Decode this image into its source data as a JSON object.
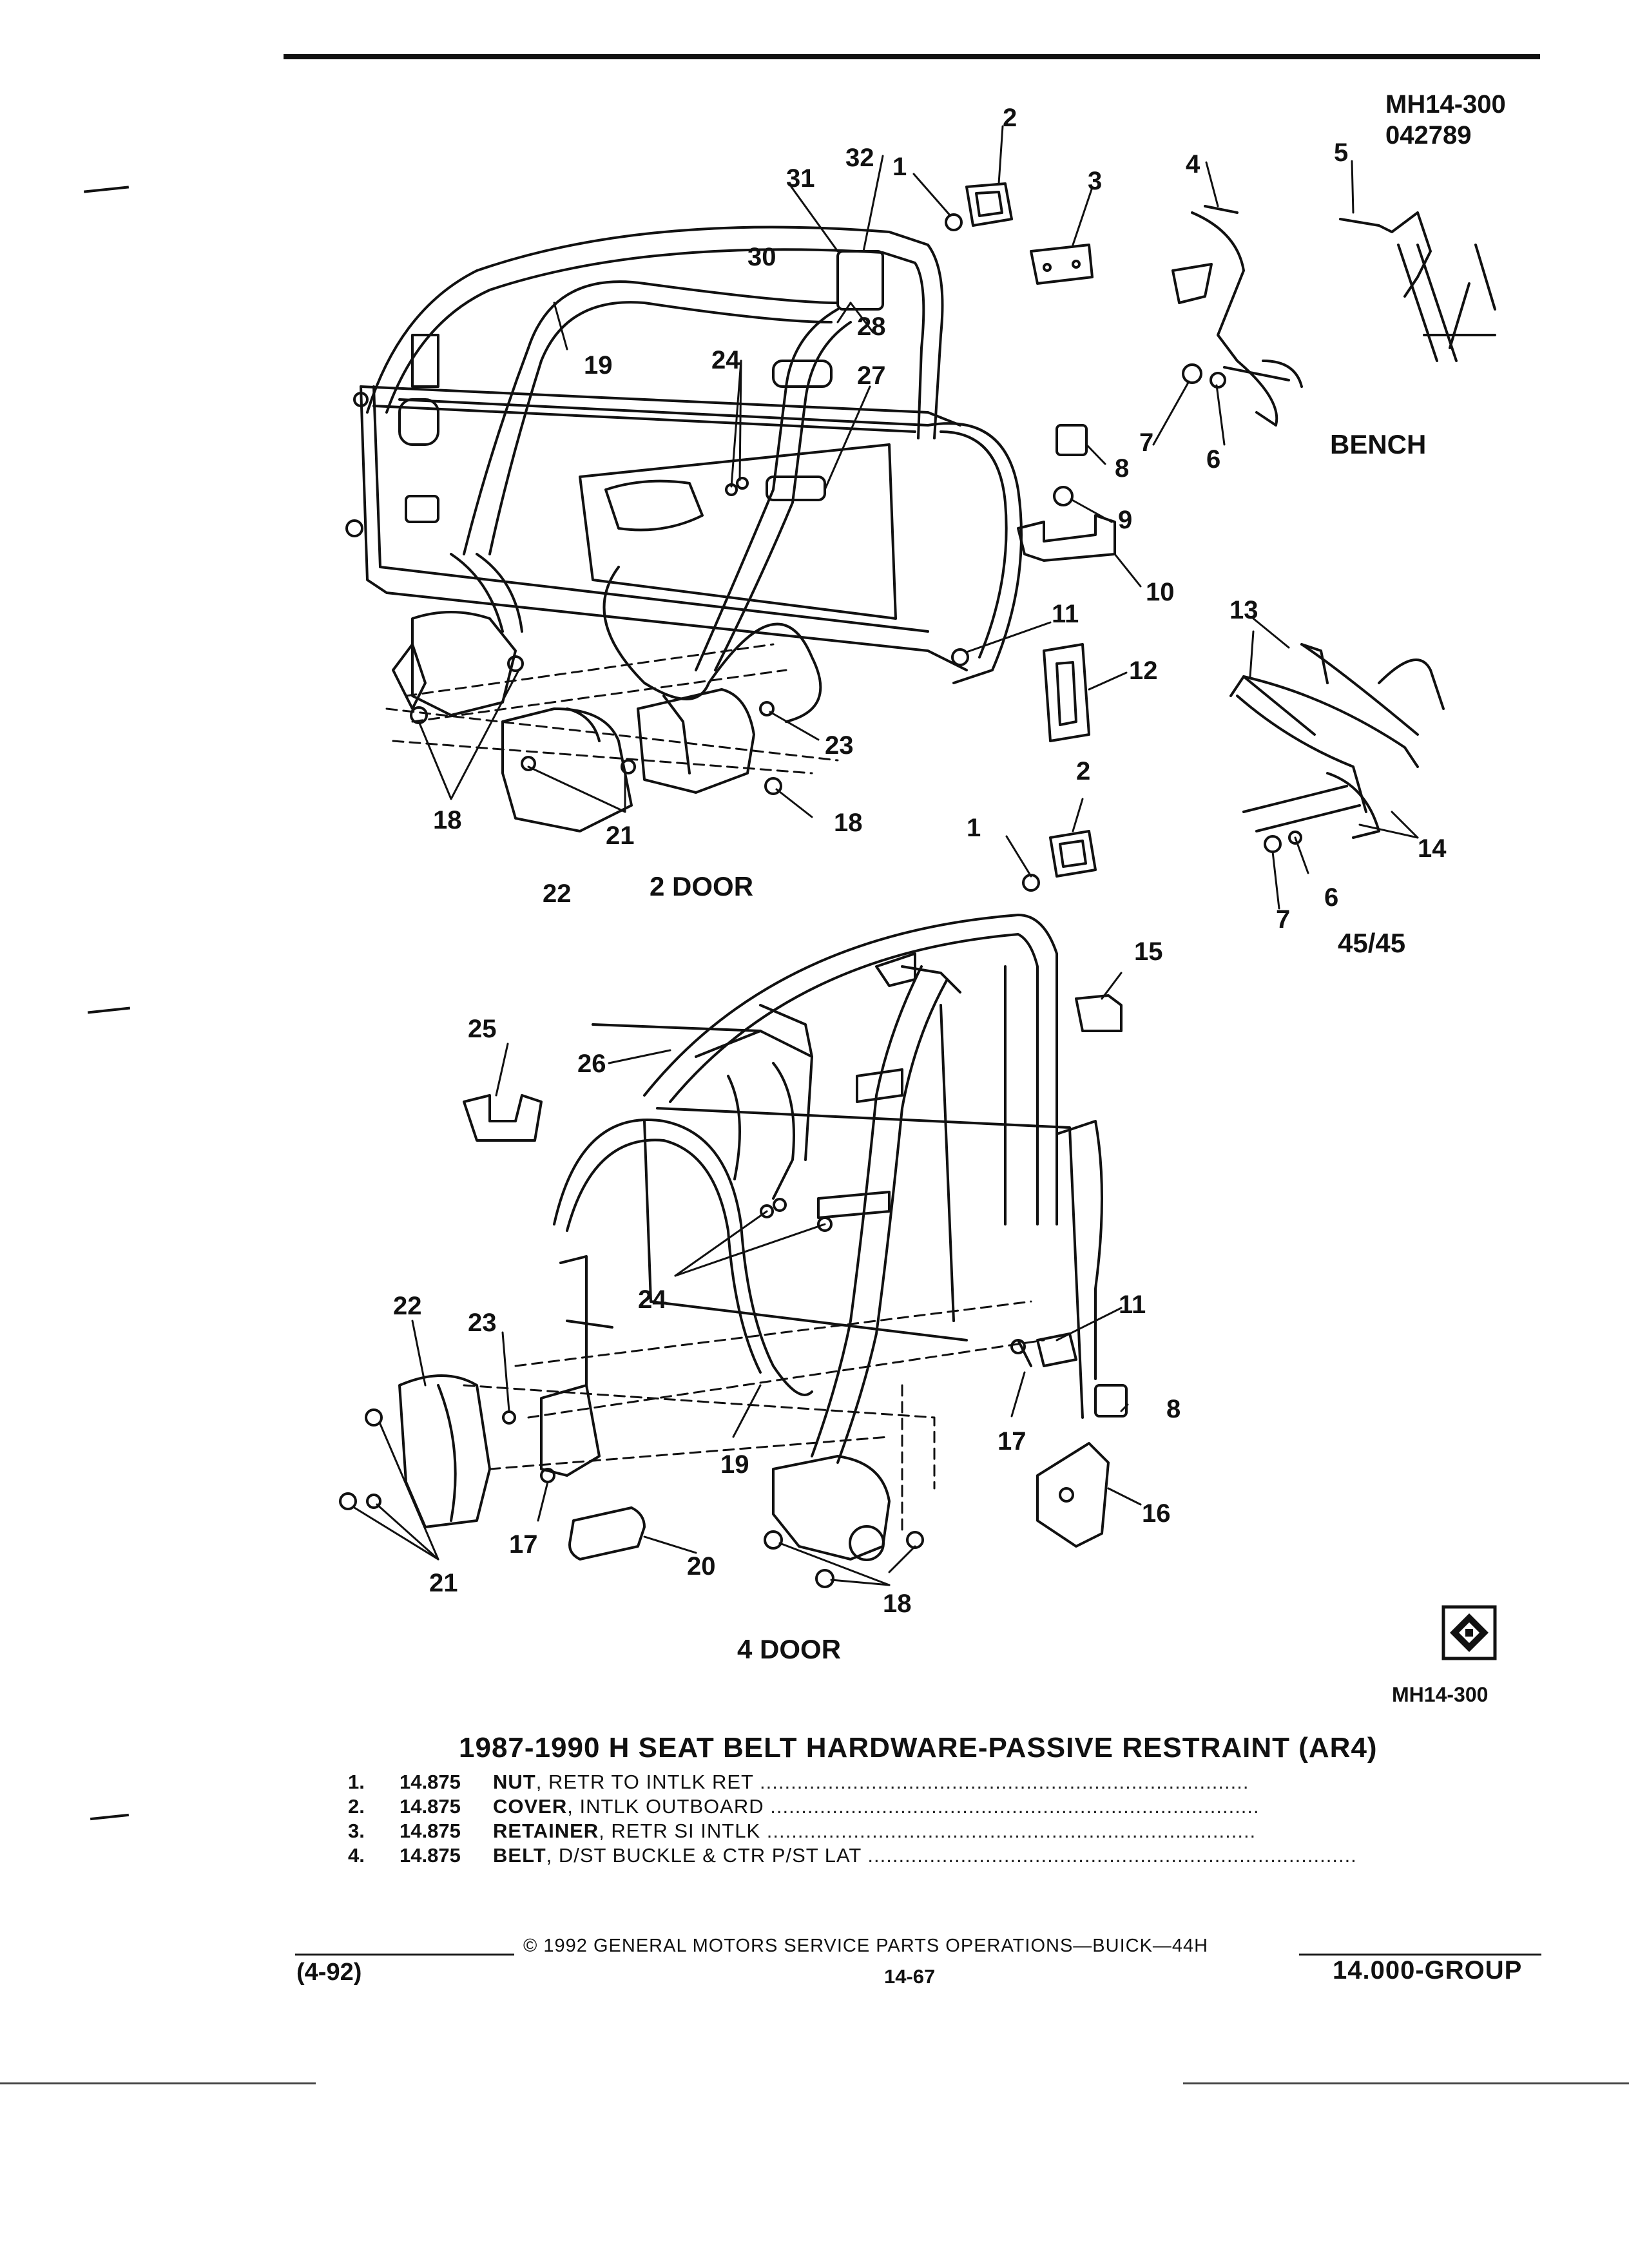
{
  "header": {
    "code": "MH14-300",
    "date_code": "042789"
  },
  "diagram": {
    "views": {
      "two_door": "2 DOOR",
      "four_door": "4 DOOR",
      "bench": "BENCH",
      "split": "45/45"
    },
    "figure_code": "MH14-300",
    "callouts": [
      "1",
      "2",
      "3",
      "4",
      "5",
      "6",
      "7",
      "8",
      "9",
      "10",
      "11",
      "12",
      "13",
      "14",
      "15",
      "16",
      "17",
      "18",
      "19",
      "20",
      "21",
      "22",
      "23",
      "24",
      "25",
      "26",
      "27",
      "28",
      "30",
      "31",
      "32"
    ]
  },
  "caption": {
    "title": "1987-1990 H SEAT BELT HARDWARE-PASSIVE RESTRAINT (AR4)"
  },
  "parts": [
    {
      "num": "1.",
      "group": "14.875",
      "name": "NUT",
      "detail": ", RETR TO INTLK RET"
    },
    {
      "num": "2.",
      "group": "14.875",
      "name": "COVER",
      "detail": ", INTLK OUTBOARD"
    },
    {
      "num": "3.",
      "group": "14.875",
      "name": "RETAINER",
      "detail": ", RETR SI INTLK"
    },
    {
      "num": "4.",
      "group": "14.875",
      "name": "BELT",
      "detail": ", D/ST BUCKLE & CTR P/ST LAT"
    }
  ],
  "footer": {
    "copyright": "© 1992 GENERAL MOTORS SERVICE PARTS OPERATIONS—BUICK—44H",
    "date": "(4-92)",
    "page": "14-67",
    "group": "14.000-GROUP"
  }
}
